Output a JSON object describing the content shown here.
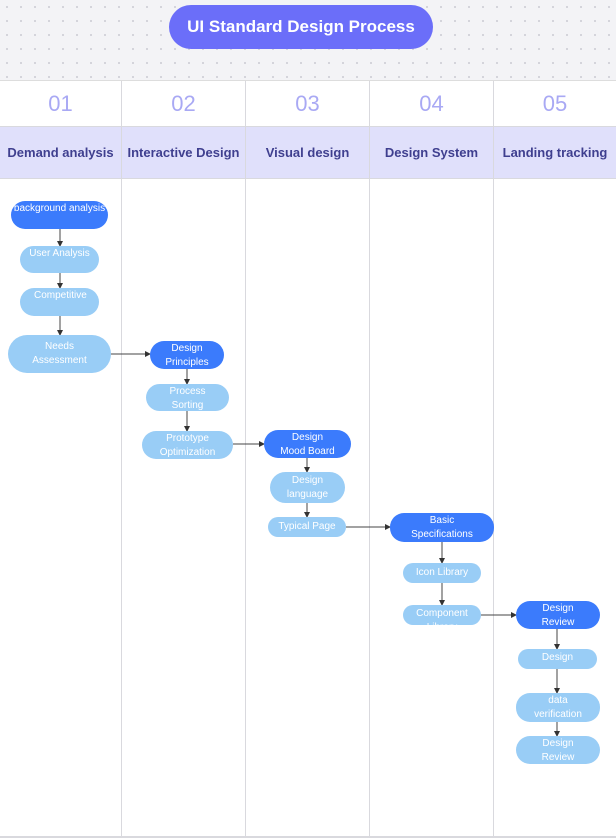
{
  "title": "UI Standard Design Process",
  "colors": {
    "title_bg": "#6b6ef9",
    "primary_node": "#3b7bfc",
    "secondary_node": "#99cdf6",
    "phase_bg": "#e0e0fb",
    "phase_number": "#a9a9f4"
  },
  "phases": [
    {
      "number": "01",
      "name": "Demand analysis"
    },
    {
      "number": "02",
      "name": "Interactive Design"
    },
    {
      "number": "03",
      "name": "Visual design"
    },
    {
      "number": "04",
      "name": "Design System"
    },
    {
      "number": "05",
      "name": "Landing tracking"
    }
  ],
  "nodes": [
    {
      "label": "background analysis",
      "type": "primary"
    },
    {
      "label": "User Analysis",
      "type": "secondary"
    },
    {
      "label": "Competitive",
      "type": "secondary"
    },
    {
      "label": "Needs Assessment",
      "type": "secondary"
    },
    {
      "label": "Design Principles",
      "type": "primary"
    },
    {
      "label": "Process Sorting",
      "type": "secondary"
    },
    {
      "label": "Prototype Optimization",
      "type": "secondary"
    },
    {
      "label": "Design Mood Board",
      "type": "primary"
    },
    {
      "label": "Design language",
      "type": "secondary"
    },
    {
      "label": "Typical Page",
      "type": "secondary"
    },
    {
      "label": "Basic Specifications",
      "type": "primary"
    },
    {
      "label": "Icon Library",
      "type": "secondary"
    },
    {
      "label": "Component Library",
      "type": "secondary"
    },
    {
      "label": "Design Review",
      "type": "primary"
    },
    {
      "label": "Design",
      "type": "secondary"
    },
    {
      "label": "data verification",
      "type": "secondary"
    },
    {
      "label": "Design Review",
      "type": "secondary"
    }
  ]
}
